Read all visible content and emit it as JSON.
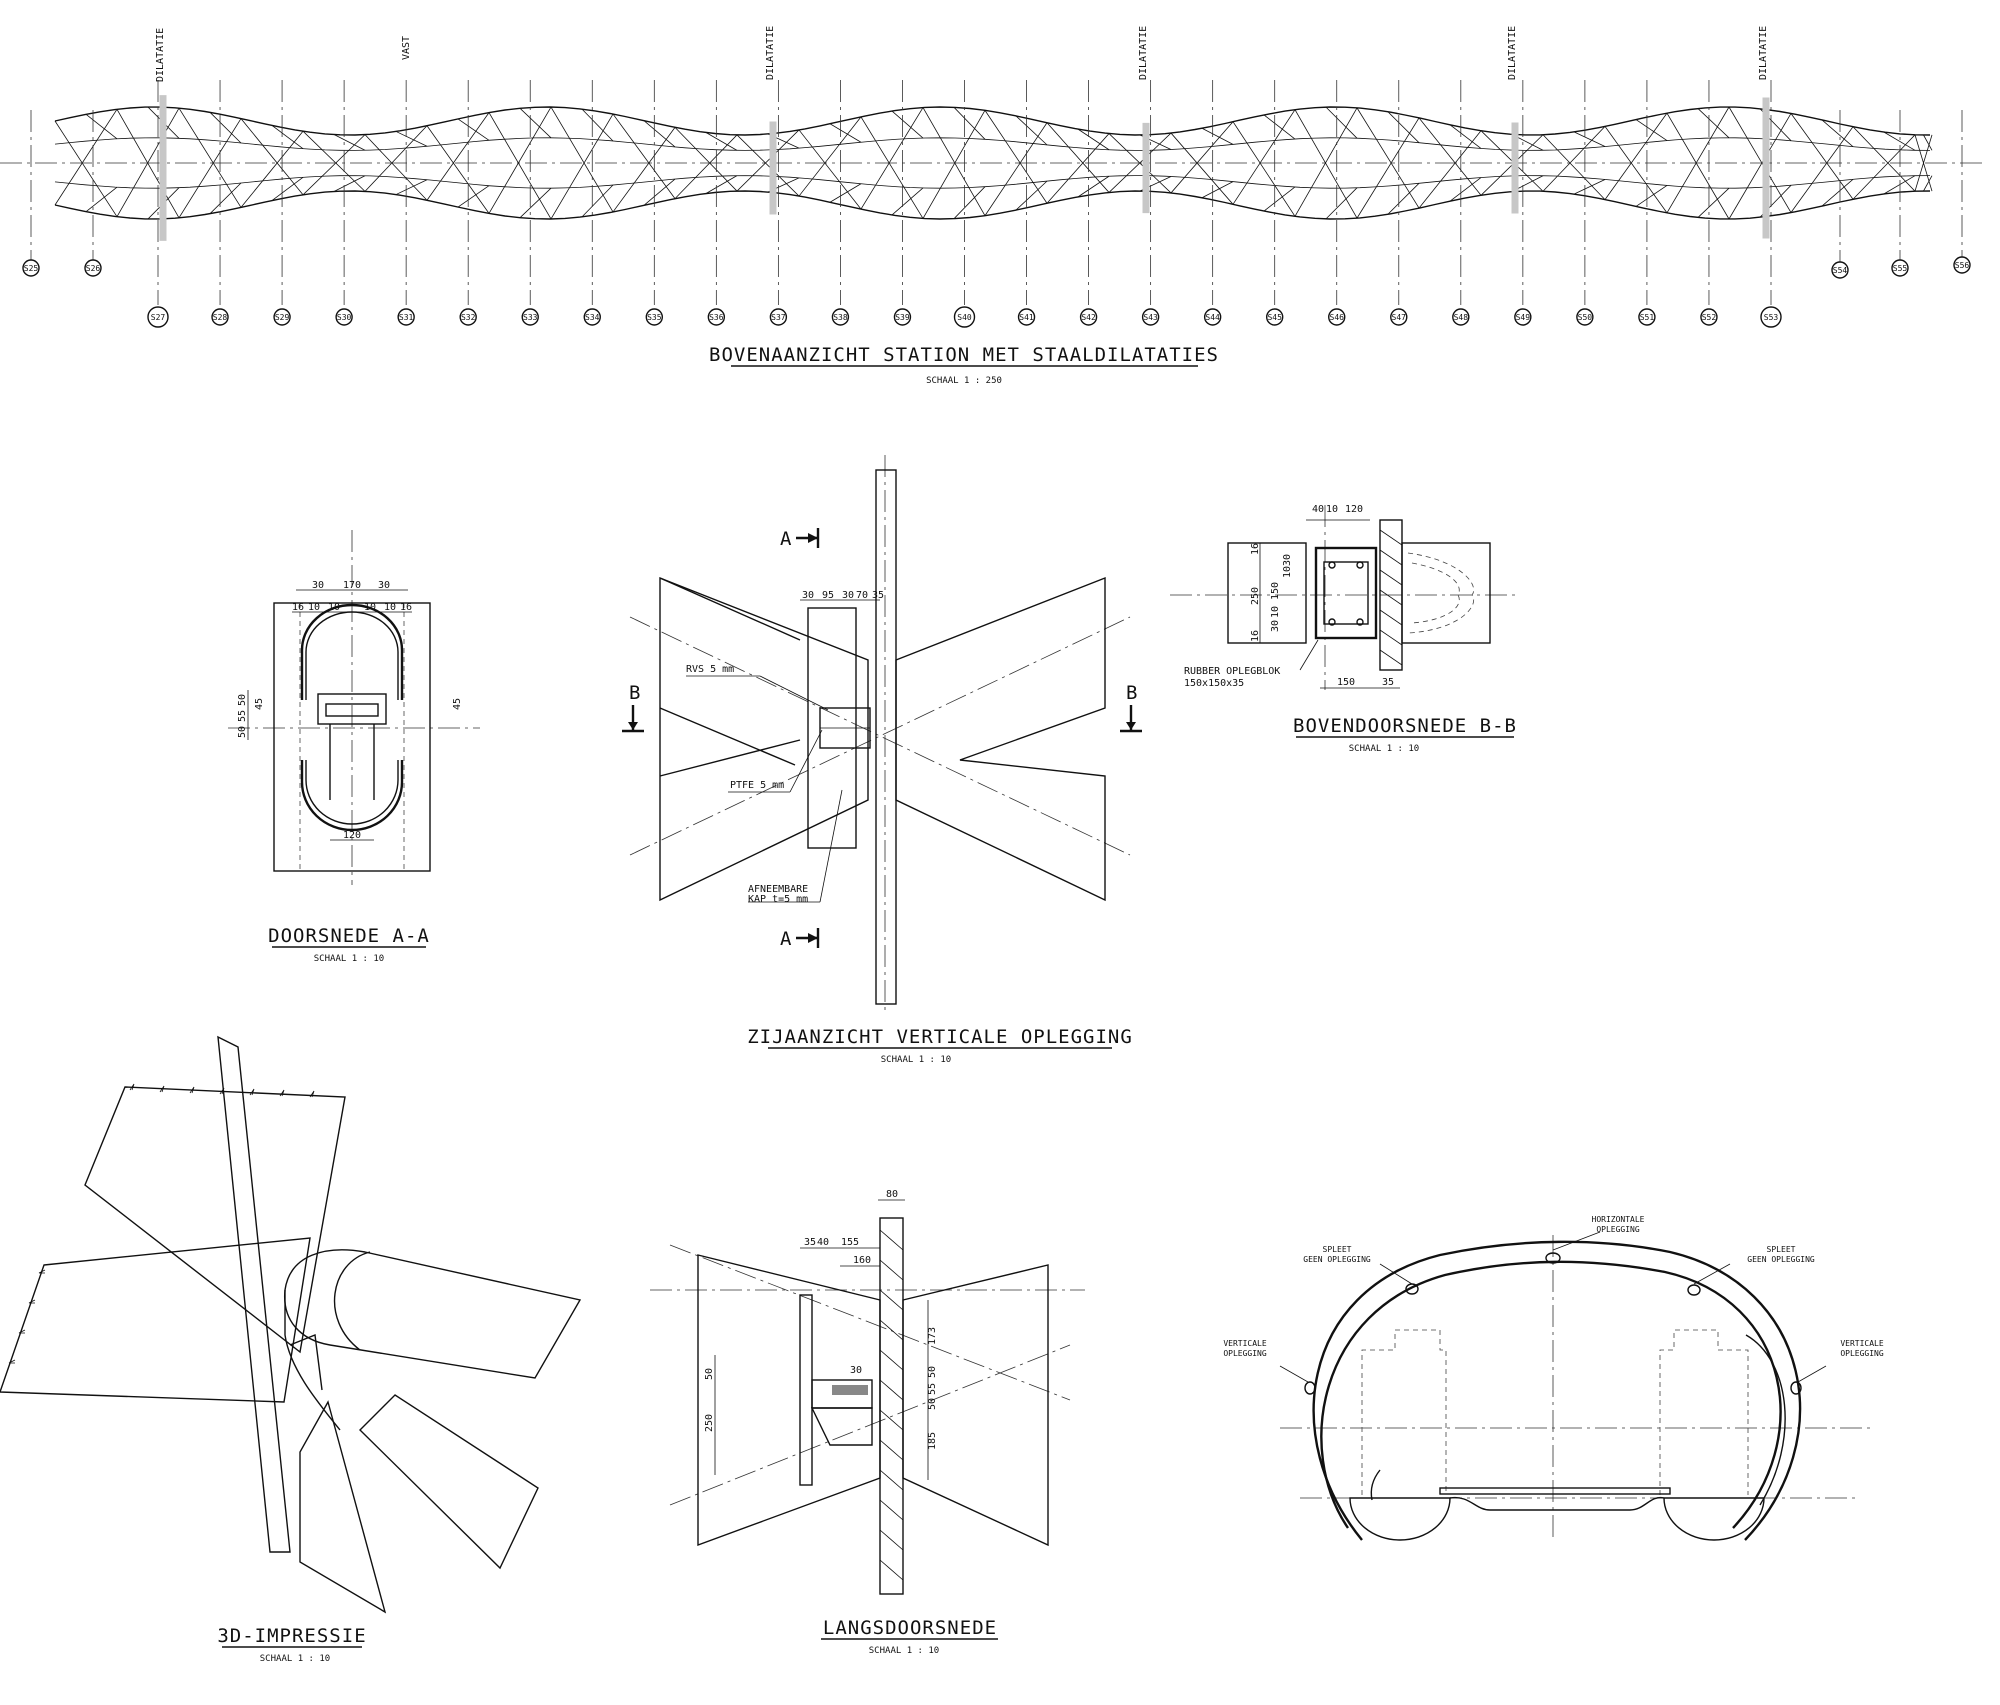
{
  "plan": {
    "title": "BOVENAANZICHT STATION MET STAALDILATATIES",
    "scale": "SCHAAL 1 : 250",
    "tag_dilatatie": "DILATATIE",
    "tag_vast": "VAST",
    "grid_top": [
      "S25",
      "S26",
      "S54",
      "S55",
      "S56"
    ],
    "grid_bottom": [
      "S27",
      "S28",
      "S29",
      "S30",
      "S31",
      "S32",
      "S33",
      "S34",
      "S35",
      "S36",
      "S37",
      "S38",
      "S39",
      "S40",
      "S41",
      "S42",
      "S43",
      "S44",
      "S45",
      "S46",
      "S47",
      "S48",
      "S49",
      "S50",
      "S51",
      "S52",
      "S53"
    ]
  },
  "section_aa": {
    "title": "DOORSNEDE A-A",
    "scale": "SCHAAL 1 : 10",
    "dims_top": [
      "30",
      "170",
      "30"
    ],
    "dims_top2": [
      "16",
      "10",
      "10",
      "10",
      "10",
      "16"
    ],
    "dims_side": [
      "50",
      "55",
      "50",
      "45",
      "45"
    ],
    "dim_bottom": "120"
  },
  "side_view": {
    "title": "ZIJAANZICHT VERTICALE OPLEGGING",
    "scale": "SCHAAL 1 : 10",
    "cut_a": "A",
    "cut_b": "B",
    "dims": [
      "30",
      "95",
      "30",
      "70",
      "35"
    ],
    "label_rvs": "RVS 5 mm",
    "label_ptfe": "PTFE 5 mm",
    "label_cap1": "AFNEEMBARE",
    "label_cap2": "KAP t=5 mm"
  },
  "section_bb": {
    "title": "BOVENDOORSNEDE B-B",
    "scale": "SCHAAL 1 : 10",
    "dims_top": [
      "40",
      "10",
      "120"
    ],
    "dims_side": [
      "16",
      "250",
      "150",
      "10",
      "30",
      "16"
    ],
    "dims_side2": [
      "30",
      "10"
    ],
    "dims_bottom": [
      "150",
      "35"
    ],
    "label_rubber1": "RUBBER OPLEGBLOK",
    "label_rubber2": "150x150x35"
  },
  "impression": {
    "title": "3D-IMPRESSIE",
    "scale": "SCHAAL 1 : 10"
  },
  "long_section": {
    "title": "LANGSDOORSNEDE",
    "scale": "SCHAAL 1 : 10",
    "dims_top": [
      "80",
      "35",
      "40",
      "155",
      "160"
    ],
    "dim_30": "30",
    "dims_left": [
      "50",
      "250"
    ],
    "dims_right": [
      "173",
      "50",
      "55",
      "50",
      "185"
    ]
  },
  "tunnel": {
    "label_horizontal1": "HORIZONTALE",
    "label_horizontal2": "OPLEGGING",
    "label_spleet1": "SPLEET",
    "label_spleet2": "GEEN OPLEGGING",
    "label_verticale1": "VERTICALE",
    "label_verticale2": "OPLEGGING"
  }
}
